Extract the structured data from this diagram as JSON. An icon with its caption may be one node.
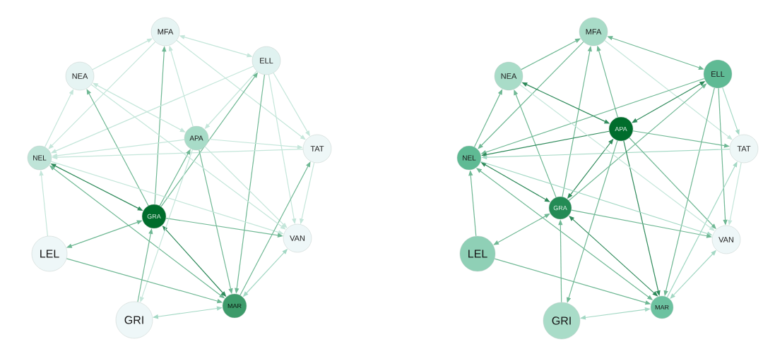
{
  "diagram": {
    "nodes": [
      {
        "text": [
          "MFA"
        ]
      },
      {
        "text": [
          "NEA"
        ]
      },
      {
        "text": [
          "ELL"
        ]
      },
      {
        "text": [
          "APA"
        ]
      },
      {
        "text": [
          "NEL"
        ]
      },
      {
        "text": [
          "TAT"
        ]
      },
      {
        "text": [
          "GRA"
        ]
      },
      {
        "text": [
          "LEL"
        ]
      },
      {
        "text": [
          "VAN"
        ]
      },
      {
        "text": [
          "GRI"
        ]
      },
      {
        "text": [
          "MAR"
        ]
      },
      {
        "text": [
          "MFA"
        ]
      },
      {
        "text": [
          "NEA"
        ]
      },
      {
        "text": [
          "ELL"
        ]
      },
      {
        "text": [
          "APA"
        ]
      },
      {
        "text": [
          "NEL"
        ]
      },
      {
        "text": [
          "TAT"
        ]
      },
      {
        "text": [
          "GRA"
        ]
      },
      {
        "text": [
          "LEL"
        ]
      },
      {
        "text": [
          "VAN"
        ]
      },
      {
        "text": [
          "GRI"
        ]
      },
      {
        "text": [
          "MAR"
        ]
      }
    ],
    "edges": [
      {
        "from": 1,
        "to": 0,
        "arrow": "to",
        "color": "#c4e6da"
      },
      {
        "from": 0,
        "to": 2,
        "arrow": "both",
        "color": "#c4e6da"
      },
      {
        "from": 0,
        "to": 4,
        "arrow": "to",
        "color": "#c4e6da"
      },
      {
        "from": 0,
        "to": 5,
        "arrow": "to",
        "color": "#c4e6da"
      },
      {
        "from": 6,
        "to": 0,
        "arrow": "to"
      },
      {
        "from": 3,
        "to": 0,
        "arrow": "to",
        "color": "#c4e6da"
      },
      {
        "from": 2,
        "to": 4,
        "arrow": "to",
        "color": "#c4e6da"
      },
      {
        "from": 2,
        "to": 3,
        "arrow": "to",
        "color": "#c4e6da"
      },
      {
        "from": 6,
        "to": 2,
        "arrow": "to"
      },
      {
        "from": 2,
        "to": 10,
        "arrow": "to"
      },
      {
        "from": 2,
        "to": 5,
        "arrow": "to",
        "color": "#c4e6da"
      },
      {
        "from": 2,
        "to": 8,
        "arrow": "to",
        "color": "#c4e6da"
      },
      {
        "from": 1,
        "to": 3,
        "arrow": "both",
        "color": "#c4e6da"
      },
      {
        "from": 4,
        "to": 1,
        "arrow": "to",
        "color": "#c4e6da"
      },
      {
        "from": 6,
        "to": 1,
        "arrow": "to"
      },
      {
        "from": 3,
        "to": 4,
        "arrow": "to",
        "color": "#c4e6da"
      },
      {
        "from": 3,
        "to": 5,
        "arrow": "to",
        "color": "#c4e6da"
      },
      {
        "from": 5,
        "to": 4,
        "arrow": "to",
        "color": "#c4e6da"
      },
      {
        "from": 6,
        "to": 3,
        "arrow": "to"
      },
      {
        "from": 3,
        "to": 10,
        "arrow": "to"
      },
      {
        "from": 3,
        "to": 8,
        "arrow": "to",
        "color": "#c4e6da"
      },
      {
        "from": 4,
        "to": 6,
        "arrow": "both",
        "color": "#2e8a5a"
      },
      {
        "from": 4,
        "to": 10,
        "arrow": "both"
      },
      {
        "from": 4,
        "to": 8,
        "arrow": "to",
        "color": "#c4e6da"
      },
      {
        "from": 7,
        "to": 4,
        "arrow": "to",
        "color": "#c4e6da"
      },
      {
        "from": 6,
        "to": 7,
        "arrow": "both"
      },
      {
        "from": 6,
        "to": 8,
        "arrow": "to"
      },
      {
        "from": 10,
        "to": 6,
        "arrow": "both",
        "color": "#2e8a5a"
      },
      {
        "from": 9,
        "to": 6,
        "arrow": "to"
      },
      {
        "from": 3,
        "to": 9,
        "arrow": "to",
        "color": "#c4e6da"
      },
      {
        "from": 7,
        "to": 10,
        "arrow": "to"
      },
      {
        "from": 9,
        "to": 10,
        "arrow": "both",
        "color": "#a3d8c4"
      },
      {
        "from": 10,
        "to": 8,
        "arrow": "both",
        "color": "#a3d8c4"
      },
      {
        "from": 10,
        "to": 5,
        "arrow": "to"
      },
      {
        "from": 5,
        "to": 8,
        "arrow": "to",
        "color": "#c4e6da"
      },
      {
        "from": 1,
        "to": 8,
        "arrow": "to",
        "color": "#c4e6da"
      },
      {
        "from": 12,
        "to": 11,
        "arrow": "to"
      },
      {
        "from": 11,
        "to": 13,
        "arrow": "both"
      },
      {
        "from": 11,
        "to": 15,
        "arrow": "to"
      },
      {
        "from": 11,
        "to": 16,
        "arrow": "to",
        "color": "#c4e6da"
      },
      {
        "from": 17,
        "to": 11,
        "arrow": "to"
      },
      {
        "from": 14,
        "to": 11,
        "arrow": "to"
      },
      {
        "from": 13,
        "to": 15,
        "arrow": "to"
      },
      {
        "from": 13,
        "to": 14,
        "arrow": "both",
        "color": "#2e8a5a"
      },
      {
        "from": 17,
        "to": 13,
        "arrow": "to"
      },
      {
        "from": 13,
        "to": 21,
        "arrow": "to"
      },
      {
        "from": 13,
        "to": 16,
        "arrow": "to",
        "color": "#a3d8c4"
      },
      {
        "from": 13,
        "to": 19,
        "arrow": "to"
      },
      {
        "from": 12,
        "to": 14,
        "arrow": "both",
        "color": "#2e8a5a"
      },
      {
        "from": 15,
        "to": 12,
        "arrow": "to"
      },
      {
        "from": 17,
        "to": 12,
        "arrow": "to"
      },
      {
        "from": 14,
        "to": 15,
        "arrow": "to",
        "color": "#2e8a5a"
      },
      {
        "from": 14,
        "to": 16,
        "arrow": "to"
      },
      {
        "from": 16,
        "to": 15,
        "arrow": "to",
        "color": "#a3d8c4"
      },
      {
        "from": 17,
        "to": 14,
        "arrow": "both",
        "color": "#2e8a5a"
      },
      {
        "from": 14,
        "to": 21,
        "arrow": "to",
        "color": "#2e8a5a"
      },
      {
        "from": 14,
        "to": 19,
        "arrow": "to"
      },
      {
        "from": 15,
        "to": 17,
        "arrow": "both",
        "color": "#2e8a5a"
      },
      {
        "from": 15,
        "to": 21,
        "arrow": "both"
      },
      {
        "from": 15,
        "to": 19,
        "arrow": "to",
        "color": "#a3d8c4"
      },
      {
        "from": 18,
        "to": 15,
        "arrow": "to"
      },
      {
        "from": 17,
        "to": 18,
        "arrow": "both"
      },
      {
        "from": 17,
        "to": 19,
        "arrow": "to"
      },
      {
        "from": 21,
        "to": 17,
        "arrow": "both",
        "color": "#2e8a5a"
      },
      {
        "from": 20,
        "to": 17,
        "arrow": "to"
      },
      {
        "from": 14,
        "to": 20,
        "arrow": "to"
      },
      {
        "from": 18,
        "to": 21,
        "arrow": "to"
      },
      {
        "from": 20,
        "to": 21,
        "arrow": "both",
        "color": "#a3d8c4"
      },
      {
        "from": 21,
        "to": 19,
        "arrow": "both",
        "color": "#a3d8c4"
      },
      {
        "from": 21,
        "to": 16,
        "arrow": "to",
        "color": "#a3d8c4"
      },
      {
        "from": 16,
        "to": 19,
        "arrow": "to",
        "color": "#c4e6da"
      },
      {
        "from": 12,
        "to": 19,
        "arrow": "to",
        "color": "#c4e6da"
      }
    ]
  }
}
